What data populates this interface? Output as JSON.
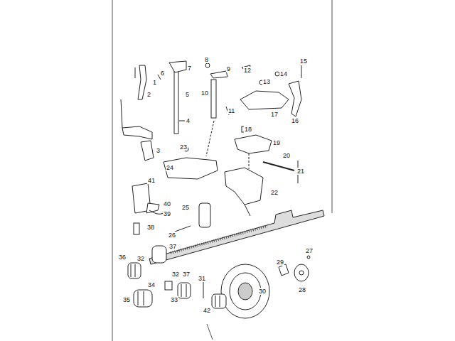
{
  "diagram": {
    "labels": [
      "1",
      "2",
      "3",
      "4",
      "5",
      "6",
      "7",
      "8",
      "9",
      "10",
      "11",
      "12",
      "13",
      "14",
      "15",
      "16",
      "17",
      "18",
      "19",
      "20",
      "21",
      "22",
      "23",
      "24",
      "25",
      "26",
      "27",
      "28",
      "29",
      "30",
      "31",
      "32",
      "32",
      "33",
      "34",
      "35",
      "36",
      "37",
      "37",
      "38",
      "39",
      "40",
      "41",
      "42"
    ]
  }
}
